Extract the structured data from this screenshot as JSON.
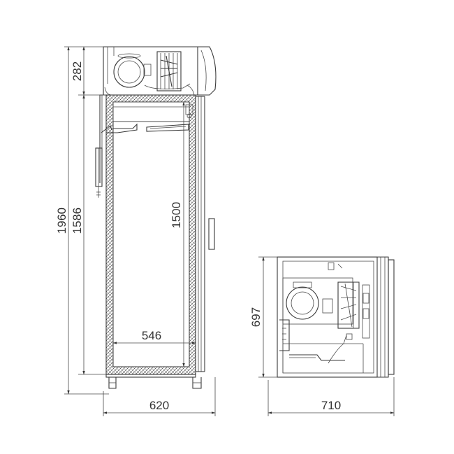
{
  "drawing": {
    "front_view": {
      "dimensions": {
        "overall_height": "1960",
        "body_height": "1586",
        "top_unit_height": "282",
        "inner_height": "1500",
        "inner_width": "546",
        "overall_depth": "620"
      }
    },
    "top_view": {
      "dimensions": {
        "depth": "697",
        "width": "710"
      }
    },
    "colors": {
      "line": "#3a3a3a",
      "insulation_hatch": "#5a5a5a",
      "background": "#ffffff"
    }
  }
}
